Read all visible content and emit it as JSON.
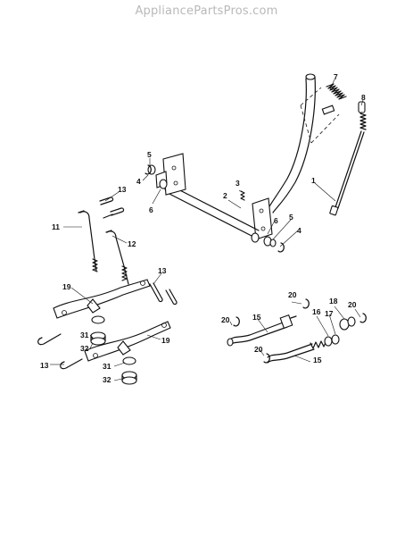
{
  "watermark": "AppliancePartsPros.com",
  "callouts": [
    {
      "id": "c1",
      "label": "1"
    },
    {
      "id": "c2",
      "label": "2"
    },
    {
      "id": "c3",
      "label": "3"
    },
    {
      "id": "c4a",
      "label": "4"
    },
    {
      "id": "c4b",
      "label": "4"
    },
    {
      "id": "c5a",
      "label": "5"
    },
    {
      "id": "c5b",
      "label": "5"
    },
    {
      "id": "c6a",
      "label": "6"
    },
    {
      "id": "c6b",
      "label": "6"
    },
    {
      "id": "c7",
      "label": "7"
    },
    {
      "id": "c8",
      "label": "8"
    },
    {
      "id": "c11",
      "label": "11"
    },
    {
      "id": "c12",
      "label": "12"
    },
    {
      "id": "c13a",
      "label": "13"
    },
    {
      "id": "c13b",
      "label": "13"
    },
    {
      "id": "c13c",
      "label": "13"
    },
    {
      "id": "c15a",
      "label": "15"
    },
    {
      "id": "c15b",
      "label": "15"
    },
    {
      "id": "c16",
      "label": "16"
    },
    {
      "id": "c17",
      "label": "17"
    },
    {
      "id": "c18",
      "label": "18"
    },
    {
      "id": "c19a",
      "label": "19"
    },
    {
      "id": "c19b",
      "label": "19"
    },
    {
      "id": "c20a",
      "label": "20"
    },
    {
      "id": "c20b",
      "label": "20"
    },
    {
      "id": "c20c",
      "label": "20"
    },
    {
      "id": "c20d",
      "label": "20"
    },
    {
      "id": "c31a",
      "label": "31"
    },
    {
      "id": "c31b",
      "label": "31"
    },
    {
      "id": "c32a",
      "label": "32"
    },
    {
      "id": "c32b",
      "label": "32"
    }
  ]
}
